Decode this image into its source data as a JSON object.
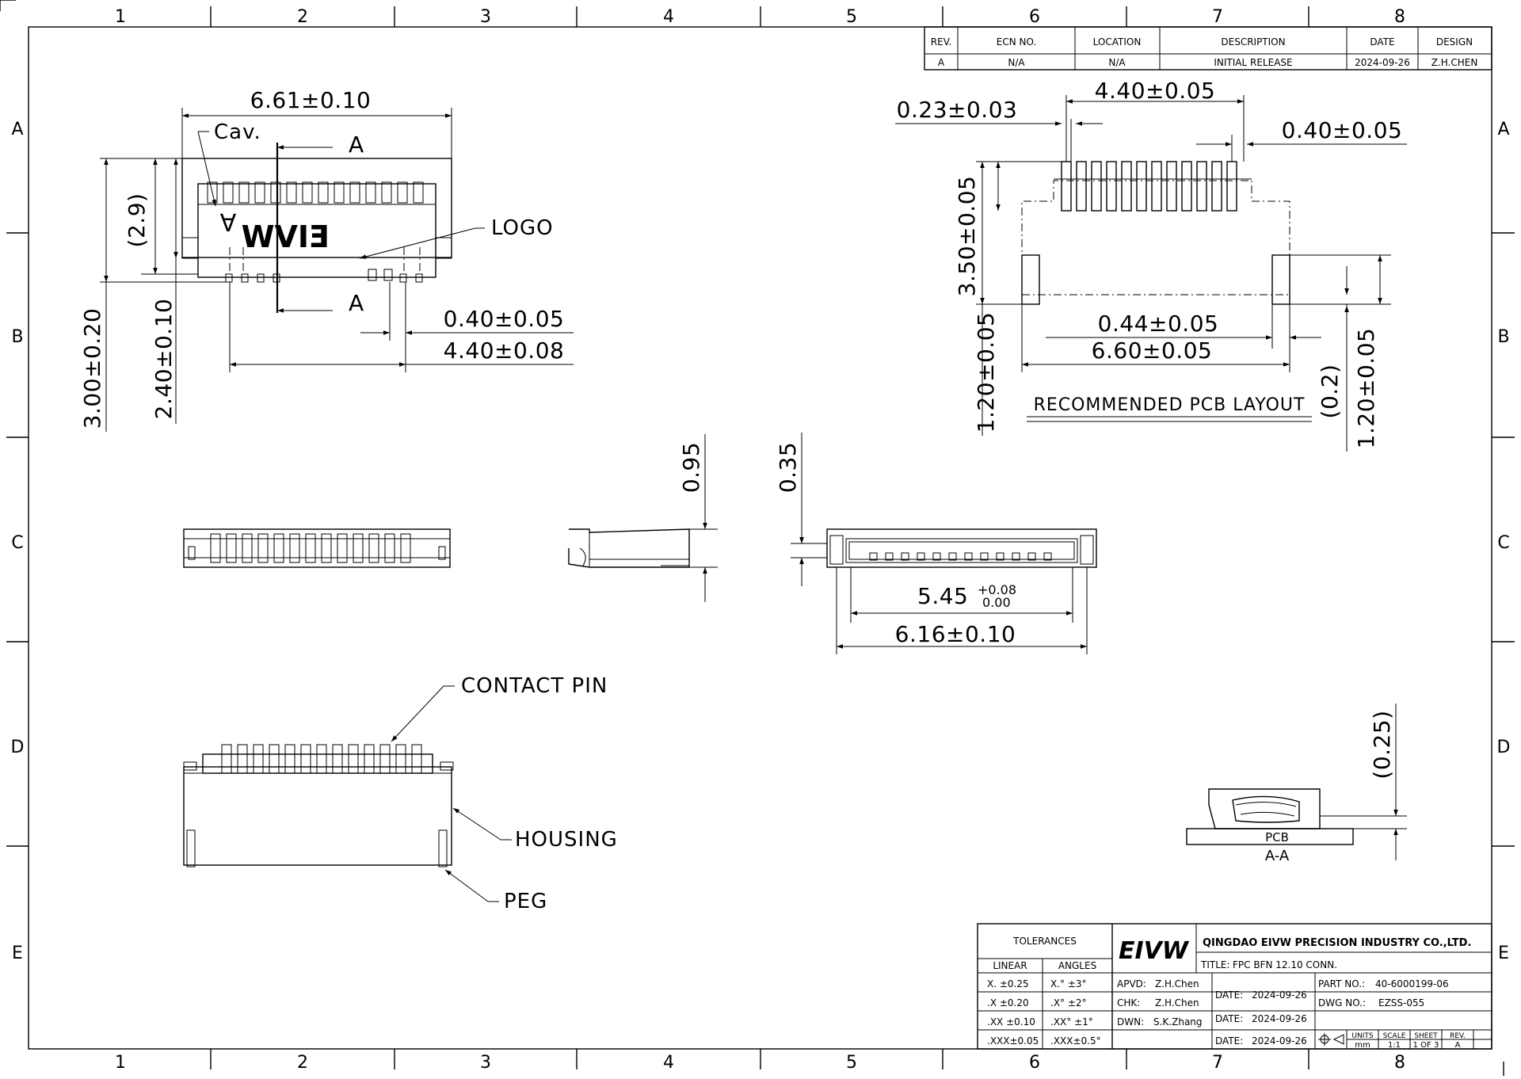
{
  "zones": {
    "columns": [
      "1",
      "2",
      "3",
      "4",
      "5",
      "6",
      "7",
      "8"
    ],
    "rows": [
      "A",
      "B",
      "C",
      "D",
      "E"
    ]
  },
  "revision_table": {
    "headers": [
      "REV.",
      "ECN NO.",
      "LOCATION",
      "DESCRIPTION",
      "DATE",
      "DESIGN"
    ],
    "row": [
      "A",
      "N/A",
      "N/A",
      "INITIAL RELEASE",
      "2024-09-26",
      "Z.H.CHEN"
    ]
  },
  "top_view": {
    "width_dim": "6.61±0.10",
    "cav_label": "Cav.",
    "section_mark_top": "A",
    "section_mark_bottom": "A",
    "logo_label": "LOGO",
    "logo_mark": "EIVW",
    "cavity_mark": "A",
    "height_ref": "(2.9)",
    "height_total": "3.00±0.20",
    "height_body": "2.40±0.10",
    "pitch_dim": "0.40±0.05",
    "span_dim": "4.40±0.08"
  },
  "pcb_layout": {
    "span_dim": "4.40±0.05",
    "pad_width": "0.23±0.03",
    "pitch": "0.40±0.05",
    "height": "3.50±0.05",
    "peg_height": "1.20±0.05",
    "peg_gap": "0.44±0.05",
    "width": "6.60±0.05",
    "title": "RECOMMENDED PCB LAYOUT",
    "ref": "(0.2)",
    "peg_height_right": "1.20±0.05"
  },
  "side_view": {
    "height": "0.95"
  },
  "rear_view": {
    "height": "0.35",
    "inner_width_base": "5.45",
    "inner_width_tol_plus": "+0.08",
    "inner_width_tol_minus": "0.00",
    "outer_width": "6.16±0.10"
  },
  "iso_view": {
    "contact_pin": "CONTACT PIN",
    "housing": "HOUSING",
    "peg": "PEG"
  },
  "section_view": {
    "ref": "(0.25)",
    "pcb_label": "PCB",
    "section_label": "A-A"
  },
  "title_block": {
    "tolerances_title": "TOLERANCES",
    "linear_header": "LINEAR",
    "angles_header": "ANGLES",
    "linear": [
      "X.  ±0.25",
      ".X  ±0.20",
      ".XX ±0.10",
      ".XXX±0.05"
    ],
    "angles": [
      "X.°  ±3°",
      ".X°  ±2°",
      ".XX° ±1°",
      ".XXX±0.5°"
    ],
    "logo": "EIVW",
    "company": "QINGDAO EIVW PRECISION INDUSTRY CO.,LTD.",
    "title_label": "TITLE:",
    "title": "FPC BFN 12.10 CONN.",
    "apvd_label": "APVD:",
    "apvd": "Z.H.Chen",
    "chk_label": "CHK:",
    "chk": "Z.H.Chen",
    "dwn_label": "DWN:",
    "dwn": "S.K.Zhang",
    "date_label": "DATE:",
    "date": "2024-09-26",
    "part_label": "PART NO.:",
    "part_no": "40-6000199-06",
    "dwg_label": "DWG NO.:",
    "dwg_no": "EZSS-055",
    "units_label": "UNITS",
    "units": "mm",
    "scale_label": "SCALE",
    "scale": "1:1",
    "sheet_label": "SHEET",
    "sheet": "1 OF 3",
    "rev_label": "REV.",
    "rev": "A"
  }
}
